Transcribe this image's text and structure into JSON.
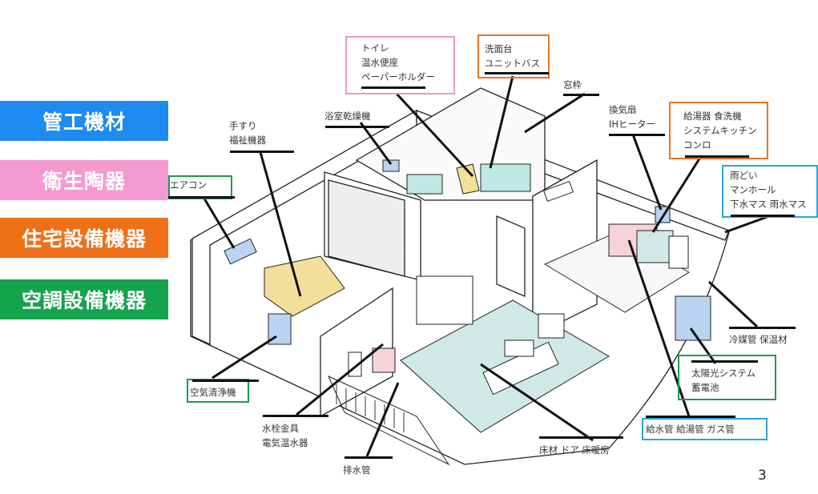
{
  "categories": [
    {
      "label": "管工機材",
      "color": "#1e8bf0"
    },
    {
      "label": "衛生陶器",
      "color": "#f59ad0"
    },
    {
      "label": "住宅設備機器",
      "color": "#f07018"
    },
    {
      "label": "空調設備機器",
      "color": "#15a34e"
    }
  ],
  "callouts": {
    "toilet": [
      "トイレ",
      "温水便座",
      "ペーパーホルダー"
    ],
    "washbasin": [
      "洗面台",
      "ユニットバス"
    ],
    "window_frame": [
      "窓枠"
    ],
    "ventilation": [
      "換気扇",
      "IHヒーター"
    ],
    "kitchen": [
      "給湯器 食洗機",
      "システムキッチン",
      "コンロ"
    ],
    "rain": [
      "雨どい",
      "マンホール",
      "下水マス 雨水マス"
    ],
    "bath_dryer": [
      "浴室乾燥機"
    ],
    "handrail": [
      "手すり",
      "福祉機器"
    ],
    "aircon": [
      "エアコン"
    ],
    "refrigerant": [
      "冷媒管 保温材"
    ],
    "solar": [
      "太陽光システム",
      "蓄電池"
    ],
    "supply_pipes": [
      "給水管 給湯管 ガス管"
    ],
    "floor": [
      "床材 ドア 床暖房"
    ],
    "air_purifier": [
      "空気清浄機"
    ],
    "faucet": [
      "水栓金具",
      "電気温水器"
    ],
    "drain": [
      "排水管"
    ]
  },
  "colors": {
    "pink_box": "#e89ac8",
    "orange_box": "#e8741f",
    "green_box": "#1d9a4f",
    "cyan_box": "#2aa6d6"
  },
  "page_number": "3"
}
